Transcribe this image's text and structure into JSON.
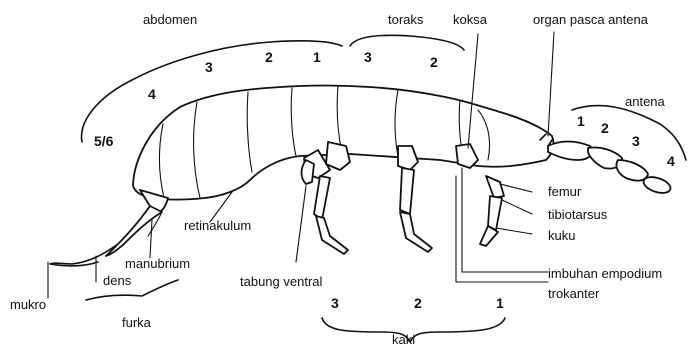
{
  "labels": {
    "abdomen": "abdomen",
    "toraks": "toraks",
    "koksa": "koksa",
    "organ_pasca_antena": "organ pasca antena",
    "antena": "antena",
    "femur": "femur",
    "tibiotarsus": "tibiotarsus",
    "kuku": "kuku",
    "imbuhan_empodium": "imbuhan empodium",
    "trokanter": "trokanter",
    "retinakulum": "retinakulum",
    "manubrium": "manubrium",
    "dens": "dens",
    "mukro": "mukro",
    "furka": "furka",
    "tabung_ventral": "tabung ventral",
    "kaki": "kaki"
  },
  "abdomen_segments": [
    "5/6",
    "4",
    "3",
    "2",
    "1"
  ],
  "thorax_segments": [
    "3",
    "2"
  ],
  "antenna_segments": [
    "1",
    "2",
    "3",
    "4"
  ],
  "leg_numbers": [
    "3",
    "2",
    "1"
  ]
}
